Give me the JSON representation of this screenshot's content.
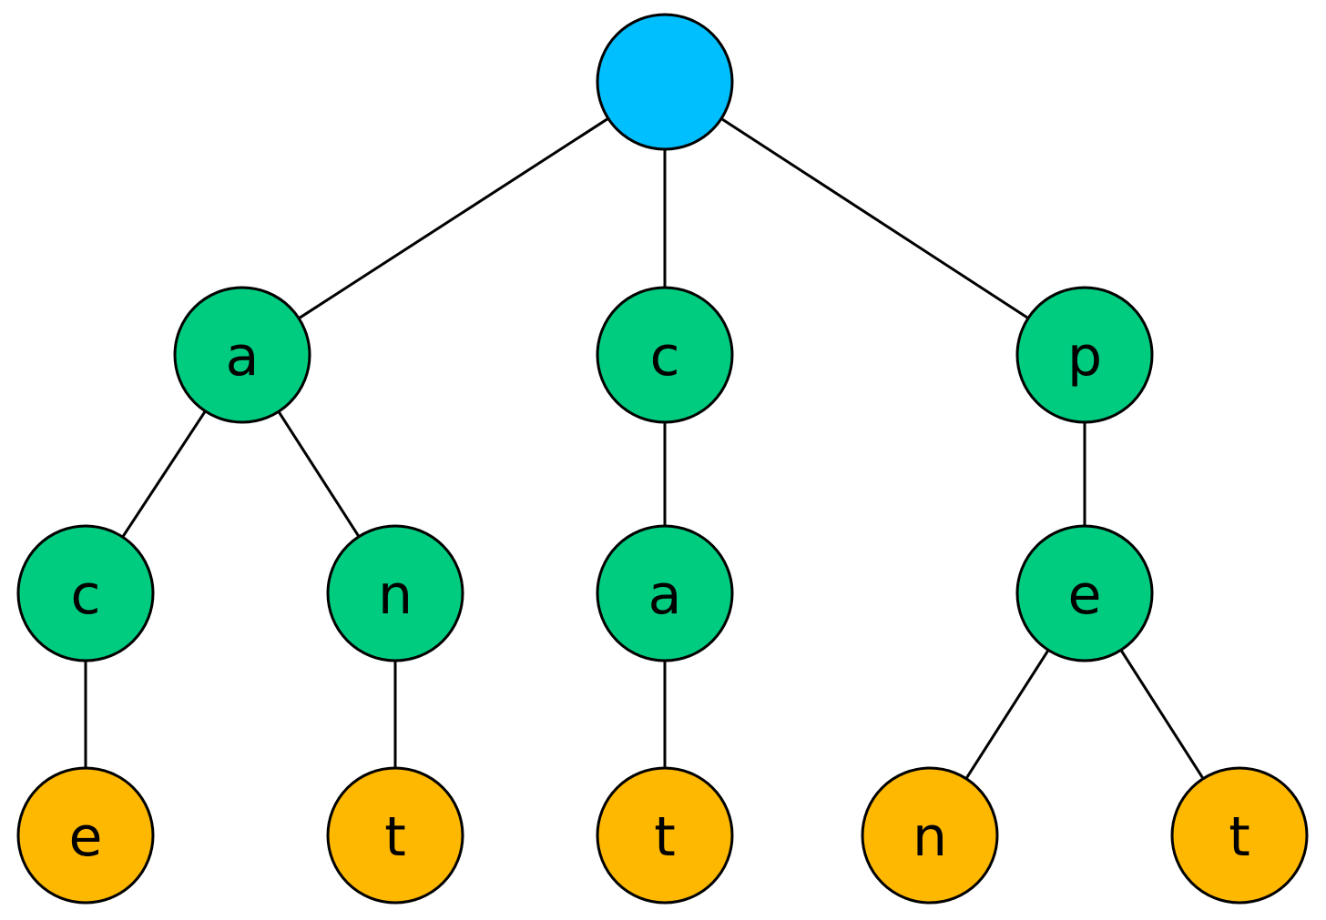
{
  "colors": {
    "root": "#00BFFF",
    "inner": "#00CC80",
    "leaf": "#FFB800",
    "stroke": "#000000"
  },
  "nodes": [
    {
      "id": "root",
      "label": "",
      "kind": "root"
    },
    {
      "id": "a",
      "label": "a",
      "kind": "inner"
    },
    {
      "id": "c",
      "label": "c",
      "kind": "inner"
    },
    {
      "id": "p",
      "label": "p",
      "kind": "inner"
    },
    {
      "id": "ac",
      "label": "c",
      "kind": "inner"
    },
    {
      "id": "an",
      "label": "n",
      "kind": "inner"
    },
    {
      "id": "ca",
      "label": "a",
      "kind": "inner"
    },
    {
      "id": "pe",
      "label": "e",
      "kind": "inner"
    },
    {
      "id": "ace",
      "label": "e",
      "kind": "leaf"
    },
    {
      "id": "ant",
      "label": "t",
      "kind": "leaf"
    },
    {
      "id": "cat",
      "label": "t",
      "kind": "leaf"
    },
    {
      "id": "pen",
      "label": "n",
      "kind": "leaf"
    },
    {
      "id": "pet",
      "label": "t",
      "kind": "leaf"
    }
  ],
  "edges": [
    [
      "root",
      "a"
    ],
    [
      "root",
      "c"
    ],
    [
      "root",
      "p"
    ],
    [
      "a",
      "ac"
    ],
    [
      "a",
      "an"
    ],
    [
      "c",
      "ca"
    ],
    [
      "p",
      "pe"
    ],
    [
      "ac",
      "ace"
    ],
    [
      "an",
      "ant"
    ],
    [
      "ca",
      "cat"
    ],
    [
      "pe",
      "pen"
    ],
    [
      "pe",
      "pet"
    ]
  ]
}
